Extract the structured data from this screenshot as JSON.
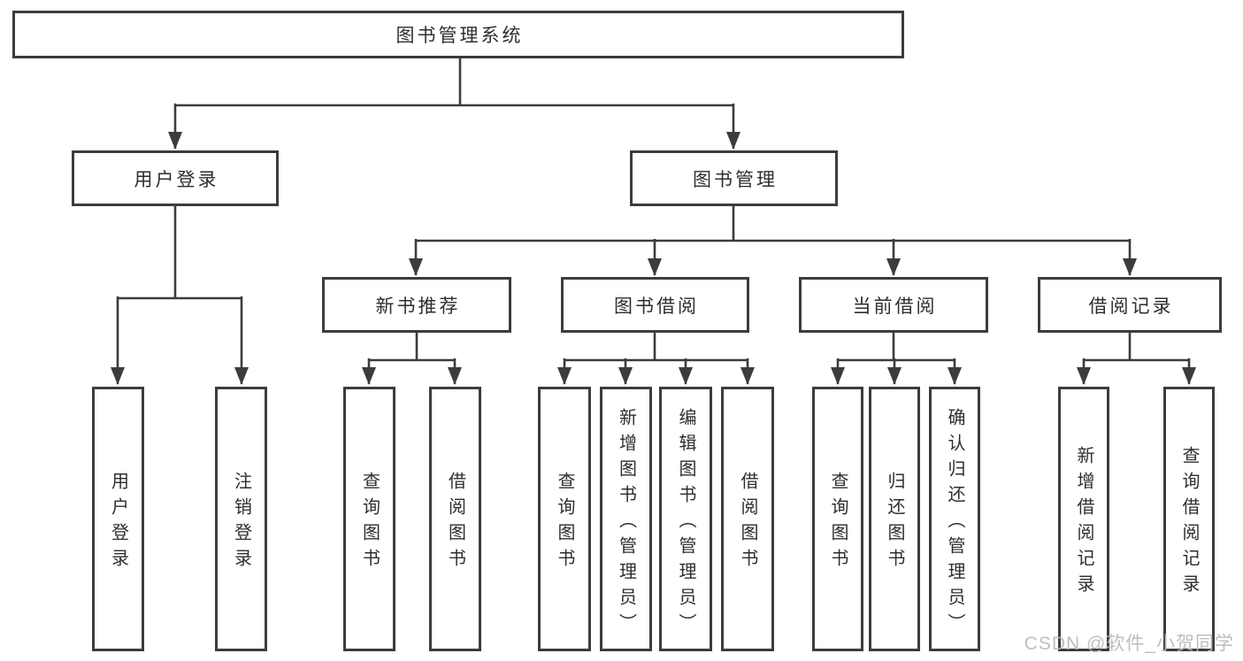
{
  "colors": {
    "line": "#3c3c3c",
    "box_border": "#3c3c3c",
    "text": "#2e2e2e",
    "watermark": "#b8b8b8",
    "background": "#ffffff"
  },
  "watermark": {
    "text": "CSDN @软件_小贺同学"
  },
  "diagram": {
    "type": "hierarchy-tree",
    "root": {
      "label": "图书管理系统"
    },
    "branches": [
      {
        "label": "用户登录",
        "children": [
          {
            "label": "用户登录"
          },
          {
            "label": "注销登录"
          }
        ]
      },
      {
        "label": "图书管理",
        "children": [
          {
            "label": "新书推荐",
            "children": [
              {
                "label": "查询图书"
              },
              {
                "label": "借阅图书"
              }
            ]
          },
          {
            "label": "图书借阅",
            "children": [
              {
                "label": "查询图书"
              },
              {
                "label": "新增图书（管理员）"
              },
              {
                "label": "编辑图书（管理员）"
              },
              {
                "label": "借阅图书"
              }
            ]
          },
          {
            "label": "当前借阅",
            "children": [
              {
                "label": "查询图书"
              },
              {
                "label": "归还图书"
              },
              {
                "label": "确认归还（管理员）"
              }
            ]
          },
          {
            "label": "借阅记录",
            "children": [
              {
                "label": "新增借阅记录"
              },
              {
                "label": "查询借阅记录"
              }
            ]
          }
        ]
      }
    ]
  }
}
